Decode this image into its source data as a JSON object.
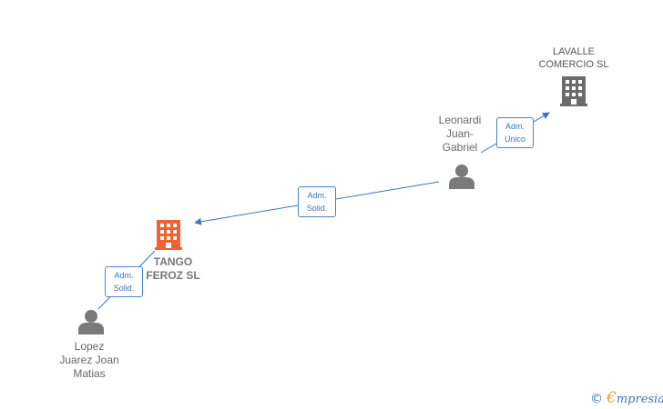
{
  "nodes": {
    "lavalle": {
      "name_lines": [
        "LAVALLE",
        "COMERCIO  SL"
      ],
      "color": "#6b6b6b"
    },
    "leonardi": {
      "name_lines": [
        "Leonardi",
        "Juan-",
        "Gabriel"
      ]
    },
    "tango": {
      "name_lines": [
        "TANGO",
        "FEROZ  SL"
      ],
      "color": "#f0622f"
    },
    "lopez": {
      "name_lines": [
        "Lopez",
        "Juarez Joan",
        "Matias"
      ]
    }
  },
  "edges": {
    "leonardi_lavalle": {
      "lines": [
        "Adm.",
        "Unico"
      ]
    },
    "leonardi_tango": {
      "lines": [
        "Adm.",
        "Solid."
      ]
    },
    "lopez_tango": {
      "lines": [
        "Adm.",
        "Solid."
      ]
    }
  },
  "colors": {
    "edge": "#3b77bd",
    "person": "#7a7a7a",
    "brand_c": "#3b77bd",
    "brand_e": "#e8a23b"
  },
  "brand": {
    "c": "©",
    "e": "€",
    "rest": "mpresia"
  }
}
